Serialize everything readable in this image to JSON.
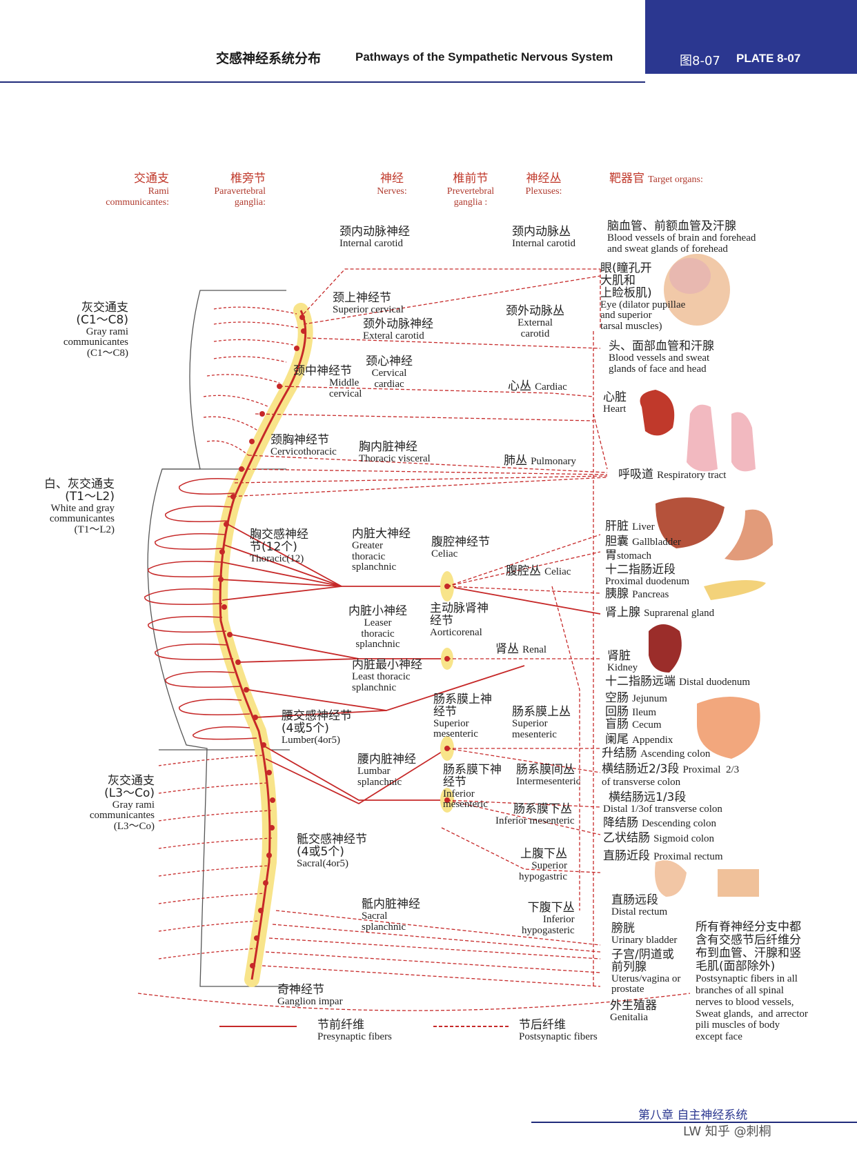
{
  "header": {
    "title_cn": "交感神经系统分布",
    "title_en": "Pathways of the Sympathetic Nervous System",
    "plate_cn": "图8-07",
    "plate_en": "PLATE 8-07"
  },
  "columns": [
    {
      "cn": "交通支",
      "en": "Rami\ncommunicantes:"
    },
    {
      "cn": "椎旁节",
      "en": "Paravertebral\nganglia:"
    },
    {
      "cn": "神经",
      "en": "Nerves:"
    },
    {
      "cn": "椎前节",
      "en": "Prevertebral\nganglia :"
    },
    {
      "cn": "神经丛",
      "en": "Plexuses:"
    },
    {
      "cn": "靶器官",
      "en": "Target organs:"
    }
  ],
  "rami": [
    {
      "cn": "灰交通支\n(C1～C8)",
      "en": "Gray rami\ncommunicantes\n(C1～C8)"
    },
    {
      "cn": "白、灰交通支\n(T1～L2)",
      "en": "White and gray\ncommunicantes\n(T1～L2)"
    },
    {
      "cn": "灰交通支\n(L3～Co)",
      "en": "Gray rami\ncommunicantes\n(L3～Co)"
    }
  ],
  "ganglia": [
    {
      "cn": "颈上神经节",
      "en": "Superior cervical"
    },
    {
      "cn": "颈中神经节",
      "en": "Middle\ncervical"
    },
    {
      "cn": "颈胸神经节",
      "en": "Cervicothoracic"
    },
    {
      "cn": "胸交感神经\n节(12个)",
      "en": "Thoracic(12)"
    },
    {
      "cn": "腰交感神经节\n(4或5个)",
      "en": "Lumber(4or5)"
    },
    {
      "cn": "骶交感神经节\n(4或5个)",
      "en": "Sacral(4or5)"
    },
    {
      "cn": "奇神经节",
      "en": "Ganglion impar"
    }
  ],
  "nerves": [
    {
      "cn": "颈内动脉神经",
      "en": "Internal  carotid"
    },
    {
      "cn": "颈外动脉神经",
      "en": "Exteral carotid"
    },
    {
      "cn": "颈心神经",
      "en": "Cervical\ncardiac"
    },
    {
      "cn": "胸内脏神经",
      "en": "Thoracic visceral"
    },
    {
      "cn": "内脏大神经",
      "en": "Greater\nthoracic\nsplanchnic"
    },
    {
      "cn": "内脏小神经",
      "en": "Leaser\nthoracic\nsplanchnic"
    },
    {
      "cn": "内脏最小神经",
      "en": "Least thoracic\nsplanchnic"
    },
    {
      "cn": "腰内脏神经",
      "en": "Lumbar\nsplanchnic"
    },
    {
      "cn": "骶内脏神经",
      "en": "Sacral\nsplanchnic"
    }
  ],
  "prevertebral": [
    {
      "cn": "腹腔神经节",
      "en": "Celiac"
    },
    {
      "cn": "主动脉肾神\n经节",
      "en": "Aorticorenal"
    },
    {
      "cn": "肠系膜上神\n经节",
      "en": "Superior\nmesenteric"
    },
    {
      "cn": "肠系膜下神\n经节",
      "en": "Inferior\nmesenteric"
    }
  ],
  "plexuses": [
    {
      "cn": "颈内动脉丛",
      "en": "Internal carotid"
    },
    {
      "cn": "颈外动脉丛",
      "en": "External\ncarotid"
    },
    {
      "cn": "心丛",
      "en": "Cardiac"
    },
    {
      "cn": "肺丛",
      "en": "Pulmonary"
    },
    {
      "cn": "腹腔丛",
      "en": "Celiac"
    },
    {
      "cn": "肾丛",
      "en": "Renal"
    },
    {
      "cn": "肠系膜上丛",
      "en": "Superior\nmesenteric"
    },
    {
      "cn": "肠系膜间丛",
      "en": "Intermesenteric"
    },
    {
      "cn": "肠系膜下丛",
      "en": "Inferior mesenteric"
    },
    {
      "cn": "上腹下丛",
      "en": "Superior\nhypogastric"
    },
    {
      "cn": "下腹下丛",
      "en": "Inferior\nhypogasteric"
    }
  ],
  "targets": [
    {
      "cn": "脑血管、前额血管及汗腺",
      "en": "Blood vessels of brain and forehead\nand sweat glands of forehead"
    },
    {
      "cn": "眼(瞳孔开\n大肌和\n上睑板肌)",
      "en": "Eye (dilator pupillae\nand superior\ntarsal muscles)"
    },
    {
      "cn": "头、面部血管和汗腺",
      "en": "Blood vessels and sweat\nglands of face and head"
    },
    {
      "cn": "心脏",
      "en": "Heart"
    },
    {
      "cn": "呼吸道",
      "en": "Respiratory tract"
    },
    {
      "cn": "肝脏",
      "en": "Liver"
    },
    {
      "cn": "胆囊",
      "en": "Gallbladder"
    },
    {
      "cn": "胃",
      "en": "stomach"
    },
    {
      "cn": "十二指肠近段",
      "en": "Proximal duodenum"
    },
    {
      "cn": "胰腺",
      "en": "Pancreas"
    },
    {
      "cn": "肾上腺",
      "en": "Suprarenal gland"
    },
    {
      "cn": "肾脏",
      "en": "Kidney"
    },
    {
      "cn": "十二指肠远端",
      "en": "Distal duodenum"
    },
    {
      "cn": "空肠",
      "en": "Jejunum"
    },
    {
      "cn": "回肠",
      "en": "Ileum"
    },
    {
      "cn": "盲肠",
      "en": "Cecum"
    },
    {
      "cn": "阑尾",
      "en": "Appendix"
    },
    {
      "cn": "升结肠",
      "en": "Ascending colon"
    },
    {
      "cn": "横结肠近2/3段",
      "en": "Proximal  2/3\nof transverse colon"
    },
    {
      "cn": "横结肠远1/3段",
      "en": "Distal 1/3of transverse colon"
    },
    {
      "cn": "降结肠",
      "en": "Descending colon"
    },
    {
      "cn": "乙状结肠",
      "en": "Sigmoid colon"
    },
    {
      "cn": "直肠近段",
      "en": "Proximal rectum"
    },
    {
      "cn": "直肠远段",
      "en": "Distal rectum"
    },
    {
      "cn": "膀胱",
      "en": "Urinary bladder"
    },
    {
      "cn": "子宫/阴道或\n前列腺",
      "en": "Uterus/vagina or\nprostate"
    },
    {
      "cn": "外生殖器",
      "en": "Genitalia"
    }
  ],
  "spinal_note": {
    "cn": "所有脊神经分支中都\n含有交感节后纤维分\n布到血管、汗腺和竖\n毛肌(面部除外)",
    "en": "Postsynaptic fibers in all\nbranches of all spinal\nnerves to blood vessels,\nSweat glands,  and arrector\npili muscles of body\nexcept face"
  },
  "legend": [
    {
      "cn": "节前纤维",
      "en": "Presynaptic fibers",
      "style": "solid",
      "color": "#c62828"
    },
    {
      "cn": "节后纤维",
      "en": "Postsynaptic fibers",
      "style": "dashed",
      "color": "#c62828"
    }
  ],
  "footer": {
    "chapter": "第八章   自主神经系统",
    "watermark": "LW    知乎 @刺桐"
  },
  "colors": {
    "accent": "#2b3790",
    "nerve": "#c62828",
    "label": "#c0392b",
    "ganglion": "#f6e27a"
  }
}
